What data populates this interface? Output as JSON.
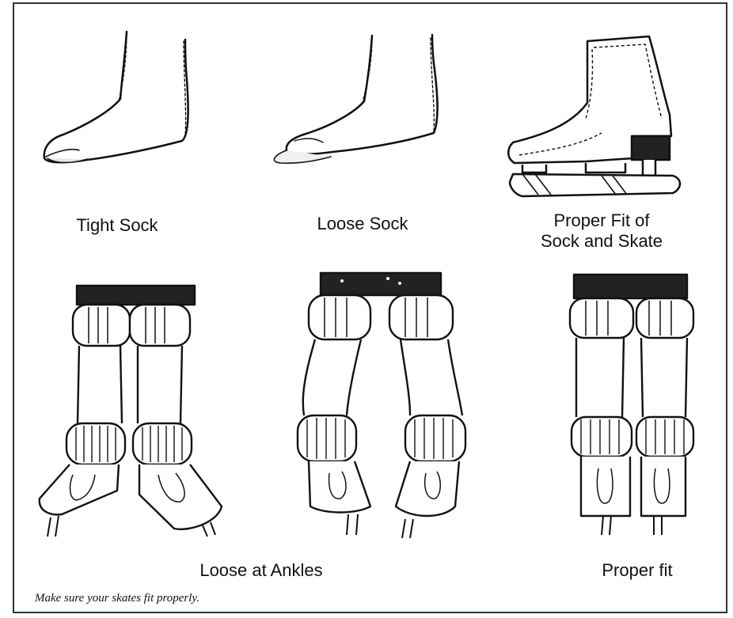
{
  "labels": {
    "tight_sock": "Tight Sock",
    "loose_sock": "Loose Sock",
    "proper_fit_sock_skate_line1": "Proper Fit of",
    "proper_fit_sock_skate_line2": "Sock and Skate",
    "loose_at_ankles": "Loose at Ankles",
    "proper_fit": "Proper fit"
  },
  "caption": "Make sure your skates fit properly.",
  "colors": {
    "ink": "#111111",
    "paper": "#ffffff",
    "frame": "#333333"
  }
}
